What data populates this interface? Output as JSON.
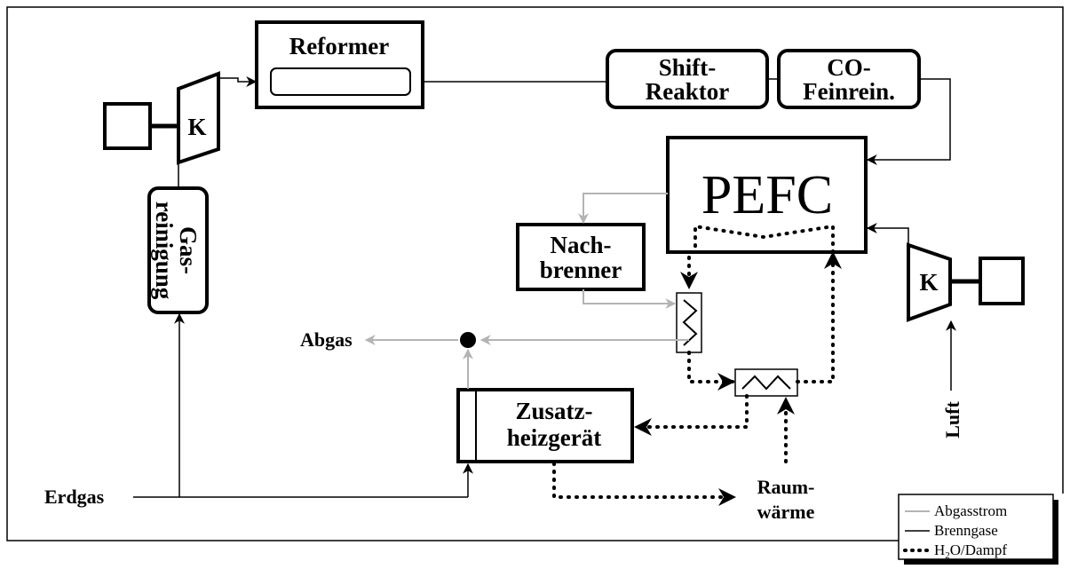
{
  "blocks": {
    "reformer": "Reformer",
    "shift_line1": "Shift-",
    "shift_line2": "Reaktor",
    "co_line1": "CO-",
    "co_line2": "Feinrein.",
    "pefc": "PEFC",
    "nach_line1": "Nach-",
    "nach_line2": "brenner",
    "zusatz_line1": "Zusatz-",
    "zusatz_line2": "heizgerät",
    "gas_line1": "Gas-",
    "gas_line2": "reinigung",
    "compressor": "K"
  },
  "labels": {
    "abgas": "Abgas",
    "erdgas": "Erdgas",
    "luft": "Luft",
    "raum_line1": "Raum-",
    "raum_line2": "wärme"
  },
  "legend": {
    "abgasstrom": "Abgasstrom",
    "brenngase": "Brenngase",
    "h2o_prefix": "H",
    "h2o_sub": "2",
    "h2o_suffix": "O/Dampf"
  },
  "colors": {
    "abgasstrom": "#b4b4b4",
    "brenngase": "#000000",
    "h2o": "#000000"
  }
}
